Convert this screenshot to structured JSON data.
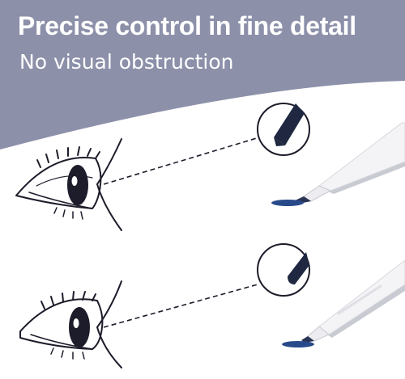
{
  "banner": {
    "title": "Precise control in fine detail",
    "subtitle": "No visual obstruction"
  },
  "colors": {
    "banner": "#8c90a9",
    "ink": "#1c1c2a",
    "nib": "#1f2840",
    "contact_dot": "#284a8a",
    "stylus_body": "#f4f4f6",
    "stylus_shadow": "#c9cbd3"
  },
  "illustrations": [
    {
      "name": "top-panel",
      "icons": [
        "eye-icon",
        "magnifier-icon",
        "stylus-icon"
      ]
    },
    {
      "name": "bottom-panel",
      "icons": [
        "eye-icon",
        "magnifier-icon",
        "stylus-icon"
      ]
    }
  ]
}
